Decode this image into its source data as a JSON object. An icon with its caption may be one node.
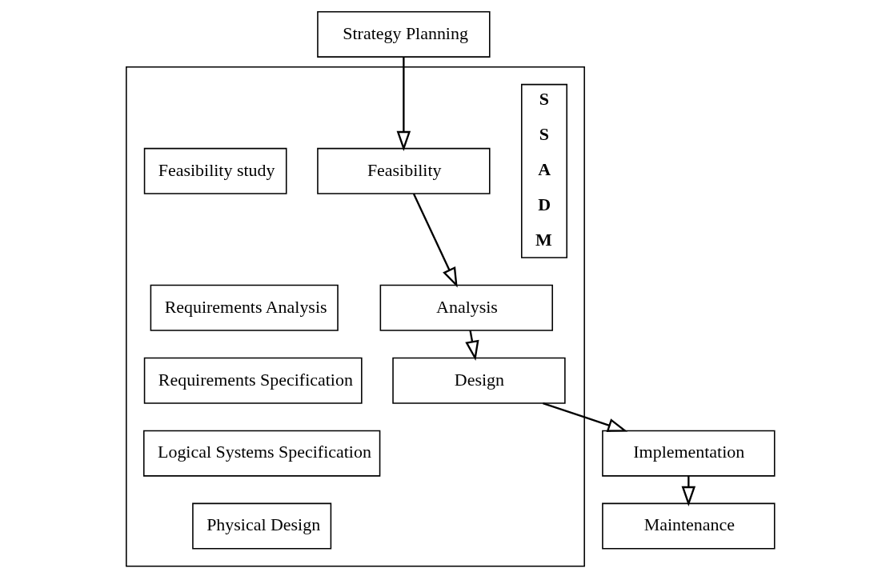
{
  "diagram": {
    "nodes": [
      {
        "text": [
          "Strategy Planning"
        ]
      },
      {
        "text": [],
        "shape": "box"
      },
      {
        "text": [
          "Feasibility"
        ],
        "in": 1
      },
      {
        "text": [
          "Analysis"
        ],
        "in": 1
      },
      {
        "text": [
          "Design"
        ],
        "in": 1
      },
      {
        "text": [
          "S S A D M"
        ],
        "in": 1
      },
      {
        "text": [
          "Feasibility study"
        ],
        "in": 1
      },
      {
        "text": [
          "Requirements Analysis"
        ],
        "in": 1
      },
      {
        "text": [
          "Requirements Specification"
        ],
        "in": 1
      },
      {
        "text": [
          "Logical Systems Specification"
        ],
        "in": 1
      },
      {
        "text": [
          "Physical Design"
        ],
        "in": 1
      },
      {
        "text": [
          "Implementation"
        ]
      },
      {
        "text": [
          "Maintenance"
        ]
      }
    ],
    "edges": [
      {
        "from": 0,
        "to": 2,
        "arrow": "to"
      },
      {
        "from": 2,
        "to": 3,
        "arrow": "to"
      },
      {
        "from": 3,
        "to": 4,
        "arrow": "to"
      },
      {
        "from": 4,
        "to": 11,
        "arrow": "to"
      },
      {
        "from": 11,
        "to": 12,
        "arrow": "to"
      }
    ]
  }
}
